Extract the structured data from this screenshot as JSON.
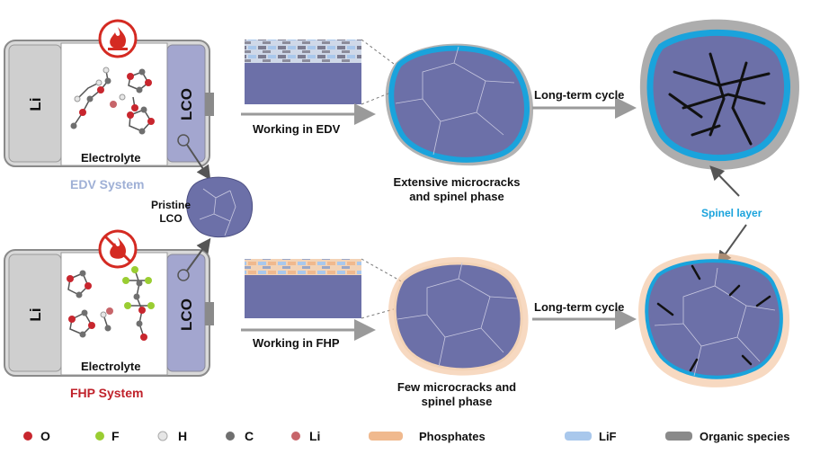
{
  "top_row": {
    "li_label": "Li",
    "lco_label": "LCO",
    "electrolyte_label": "Electrolyte",
    "system_label": "EDV System",
    "working_label": "Working in EDV",
    "result_label_line1": "Extensive microcracks",
    "result_label_line2": "and spinel phase",
    "cycle_label": "Long-term cycle"
  },
  "bottom_row": {
    "li_label": "Li",
    "lco_label": "LCO",
    "electrolyte_label": "Electrolyte",
    "system_label": "FHP System",
    "working_label": "Working in FHP",
    "result_label_line1": "Few microcracks and",
    "result_label_line2": "spinel phase",
    "cycle_label": "Long-term cycle"
  },
  "pristine": {
    "line1": "Pristine",
    "line2": "LCO"
  },
  "spinel_layer_label": "Spinel layer",
  "legend": [
    {
      "label": "O",
      "icon": "red-atom-icon",
      "color": "#c8262e"
    },
    {
      "label": "F",
      "icon": "green-atom-icon",
      "color": "#9acd32"
    },
    {
      "label": "H",
      "icon": "white-atom-icon",
      "color": "#e6e6e6"
    },
    {
      "label": "C",
      "icon": "gray-atom-icon",
      "color": "#6f6f6f"
    },
    {
      "label": "Li",
      "icon": "pink-atom-icon",
      "color": "#c7656a"
    },
    {
      "label": "Phosphates",
      "icon": "phosphates-swatch",
      "color": "#f0b98e"
    },
    {
      "label": "LiF",
      "icon": "lif-swatch",
      "color": "#a9c8ec"
    },
    {
      "label": "Organic species",
      "icon": "organic-swatch",
      "color": "#8a8a8a"
    }
  ],
  "colors": {
    "lco_purple": "#6c70a8",
    "cell_gray": "#d8d8d8",
    "spinel_blue": "#1aa3dc",
    "phosphate_orange": "#f0b98e",
    "organic_gray": "#8a8a8a",
    "flame_red": "#d42a22",
    "arrow_gray": "#9a9a9a"
  }
}
